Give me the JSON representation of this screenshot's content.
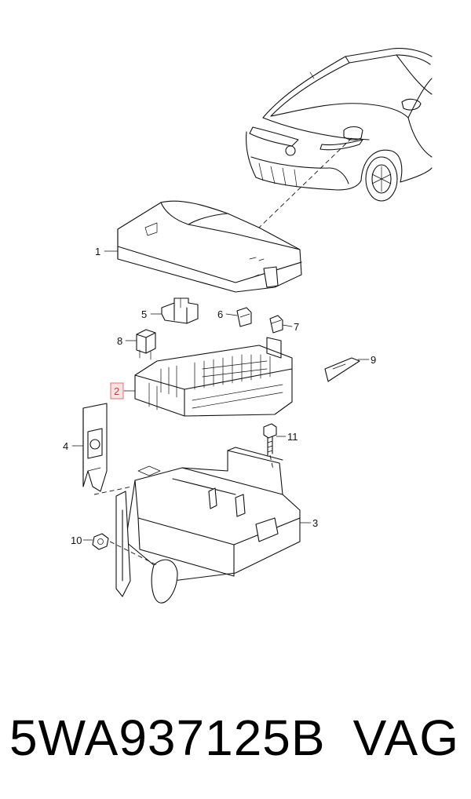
{
  "diagram": {
    "callouts": [
      {
        "id": "1",
        "label": "1"
      },
      {
        "id": "2",
        "label": "2",
        "highlighted": true
      },
      {
        "id": "3",
        "label": "3"
      },
      {
        "id": "4",
        "label": "4"
      },
      {
        "id": "5",
        "label": "5"
      },
      {
        "id": "6",
        "label": "6"
      },
      {
        "id": "7",
        "label": "7"
      },
      {
        "id": "8",
        "label": "8"
      },
      {
        "id": "9",
        "label": "9"
      },
      {
        "id": "10",
        "label": "10"
      },
      {
        "id": "11",
        "label": "11"
      }
    ],
    "highlight_color": "#e07070"
  },
  "footer": {
    "part_number": "5WA937125B",
    "brand": "VAG"
  }
}
